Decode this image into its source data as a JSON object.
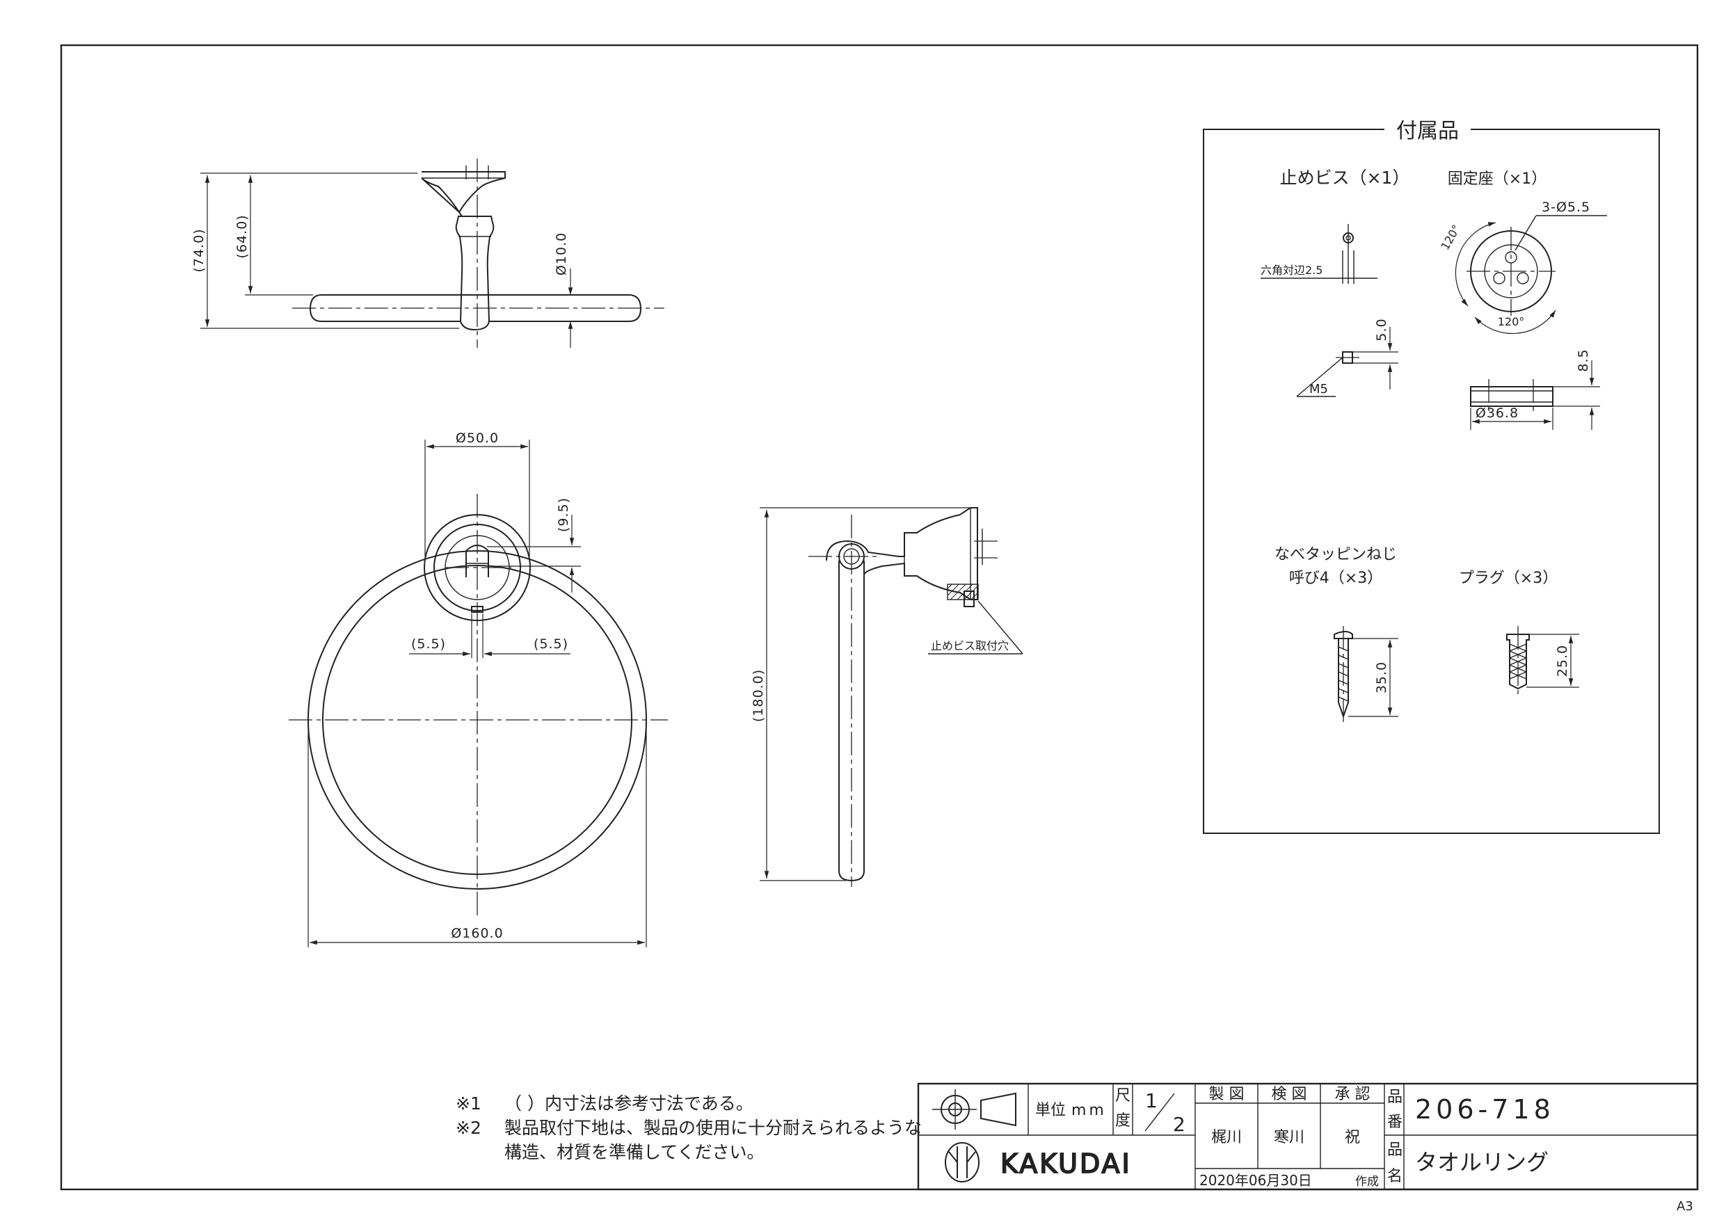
{
  "side_view": {
    "dims": {
      "total_depth": "(74.0)",
      "bar_depth": "(64.0)",
      "bar_dia": "Ø10.0"
    }
  },
  "front_view": {
    "dims": {
      "base_dia": "Ø50.0",
      "offset": "(9.5)",
      "half_left": "(5.5)",
      "half_right": "(5.5)",
      "ring_dia": "Ø160.0"
    }
  },
  "profile_view": {
    "dims": {
      "height": "(180.0)"
    },
    "hole_label": "止めビス取付穴"
  },
  "accessories": {
    "title": "付属品",
    "set_screw": {
      "label": "止めビス（×1）",
      "hex": "六角対辺2.5",
      "thread": "M5",
      "len": "5.0"
    },
    "fixed_seat": {
      "label": "固定座（×1）",
      "holes": "3-Ø5.5",
      "angle1": "120°",
      "angle2": "120°",
      "height": "8.5",
      "dia": "Ø36.8"
    },
    "tapping_screw": {
      "label1": "なべタッピンねじ",
      "label2": "呼び4（×3）",
      "len": "35.0"
    },
    "plug": {
      "label": "プラグ（×3）",
      "len": "25.0"
    }
  },
  "notes": {
    "n1_mark": "※1",
    "n1_text": "（ ）内寸法は参考寸法である。",
    "n2_mark": "※2",
    "n2_line1": "製品取付下地は、製品の使用に十分耐えられるような",
    "n2_line2": "構造、材質を準備してください。"
  },
  "title_block": {
    "unit_label": "単位",
    "unit_value": "mm",
    "scale_label1": "尺",
    "scale_label2": "度",
    "scale_num": "1",
    "scale_den": "2",
    "drawn_label": "製 図",
    "checked_label": "検 図",
    "approved_label": "承 認",
    "drawn_by": "梶川",
    "checked_by": "寒川",
    "approved_by": "祝",
    "date": "2020年06月30日",
    "made": "作成",
    "part_no_label1": "品",
    "part_no_label2": "番",
    "part_no": "206-718",
    "name_label1": "品",
    "name_label2": "名",
    "name": "タオルリング",
    "brand": "KAKUDAI"
  },
  "sheet_size": "A3"
}
